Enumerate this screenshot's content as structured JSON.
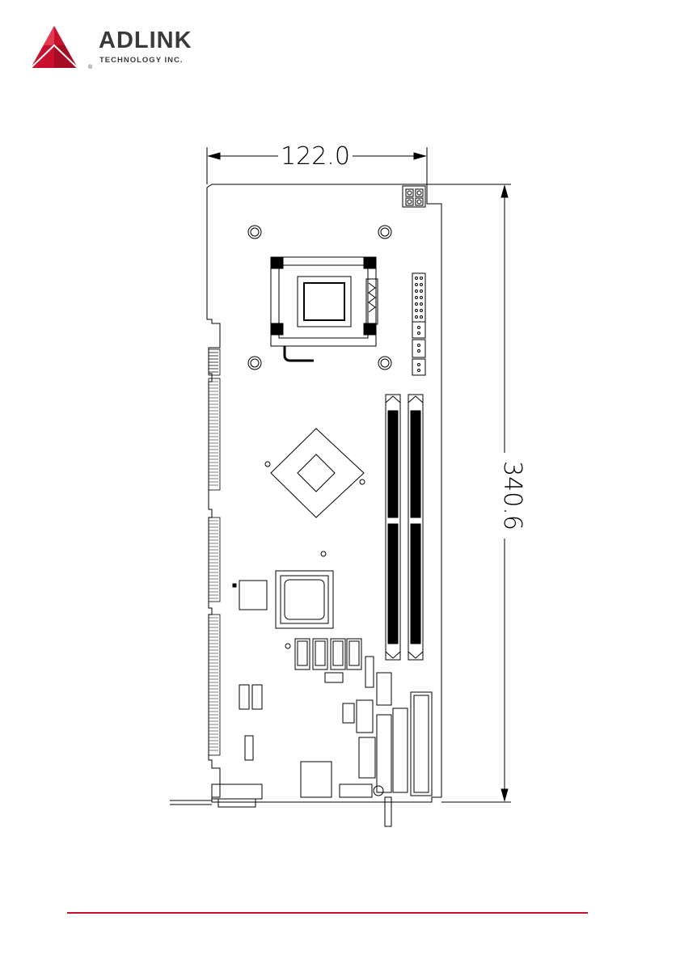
{
  "header": {
    "brand_name": "ADLINK",
    "brand_tagline": "TECHNOLOGY INC.",
    "registered_mark": "®",
    "brand_color": "#c8102e"
  },
  "drawing": {
    "width_dimension": "122.0",
    "height_dimension": "340.6",
    "line_color": "#000000"
  },
  "footer": {
    "rule_color": "#c8102e"
  }
}
